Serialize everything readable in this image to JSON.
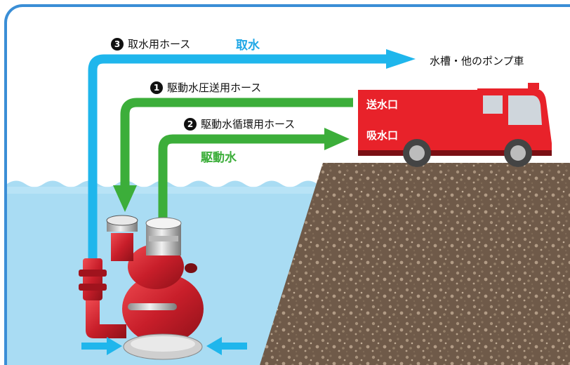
{
  "labels": {
    "hose3_number": "3",
    "hose3": "取水用ホース",
    "intake_water": "取水",
    "destination": "水槽・他のポンプ車",
    "hose1_number": "1",
    "hose1": "駆動水圧送用ホース",
    "hose2_number": "2",
    "hose2": "駆動水循環用ホース",
    "drive_water": "駆動水",
    "outlet": "送水口",
    "inlet": "吸水口"
  },
  "colors": {
    "border": "#3a8ed6",
    "intake_hose": "#1fb6ec",
    "drive_hose": "#3cae3a",
    "water": "#a9dcf3",
    "ground": "#6f5a49",
    "truck": "#e8222a",
    "pump": "#c81e2a"
  },
  "icons": [
    "circled-number-icon",
    "arrow-icon",
    "fire-truck-icon",
    "pump-icon"
  ]
}
